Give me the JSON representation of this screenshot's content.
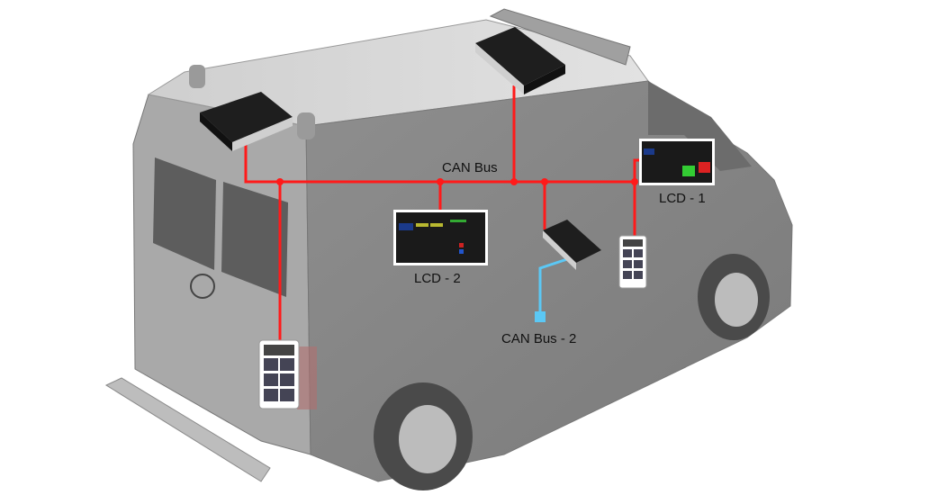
{
  "labels": {
    "can_bus": "CAN Bus",
    "lcd_2": "LCD - 2",
    "lcd_1": "LCD - 1",
    "can_bus_2": "CAN Bus - 2"
  },
  "colors": {
    "can_bus": "#ff1a1a",
    "can_bus_2": "#5bc8f5",
    "van": "#9a9a9a"
  }
}
